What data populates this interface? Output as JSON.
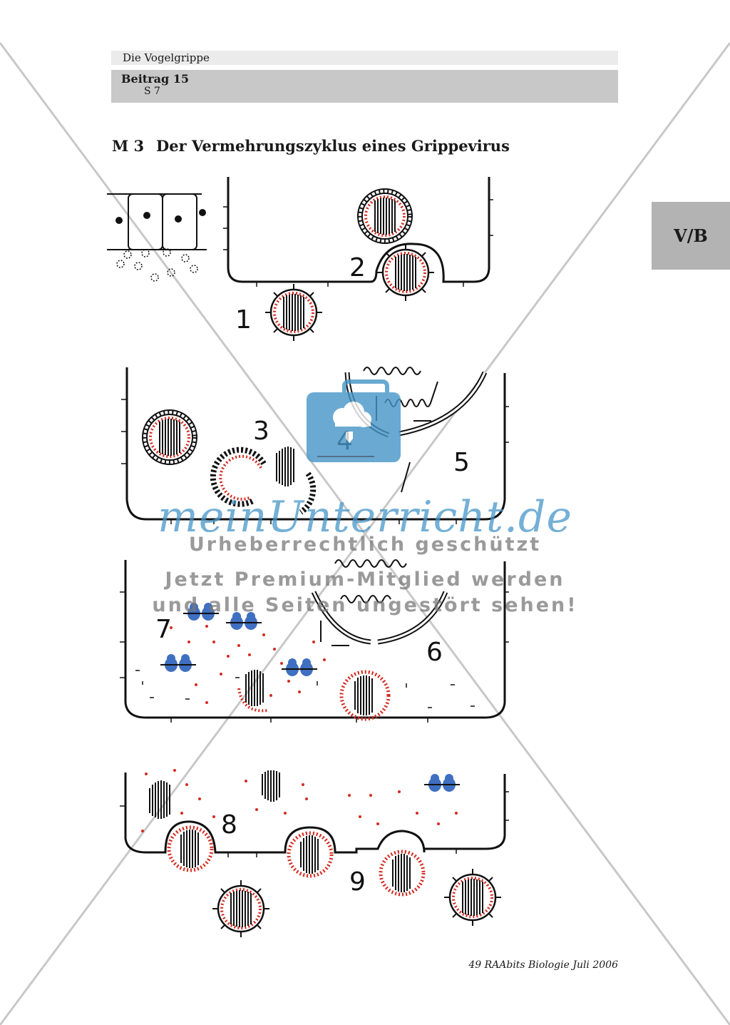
{
  "header": {
    "series_title": "Die Vogelgrippe",
    "beitrag": "Beitrag 15",
    "page": "S 7"
  },
  "side_tab": "V/B",
  "material": {
    "number": "M 3",
    "title": "Der Vermehrungszyklus eines Grippevirus"
  },
  "figure": {
    "step_labels": [
      "1",
      "2",
      "3",
      "4",
      "5",
      "6",
      "7",
      "8",
      "9"
    ]
  },
  "watermark": {
    "brand": "meinUnterricht.de",
    "line1": "Urheberrechtlich geschützt",
    "line2": "Jetzt Premium-Mitglied werden",
    "line3": "und alle Seiten ungestört sehen!"
  },
  "footer": "49 RAAbits Biologie Juli 2006",
  "colors": {
    "capsid_red": "#d42a20",
    "protein_blue": "#3f6fc0",
    "watermark_blue": "#4696c8",
    "watermark_grey": "#787878"
  }
}
